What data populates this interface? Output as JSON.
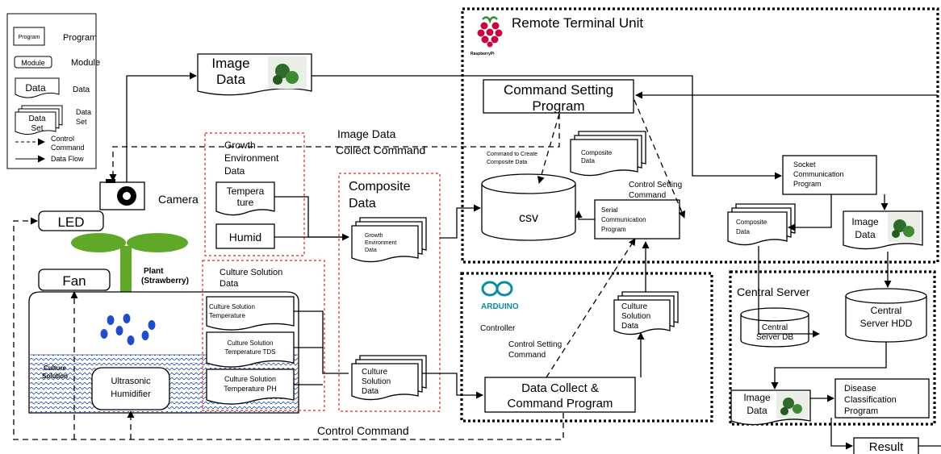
{
  "legend": {
    "program_box": "Program",
    "program": "Program",
    "module_box": "Module",
    "module": "Module",
    "data_box": "Data",
    "data": "Data",
    "dataset_box_1": "Data",
    "dataset_box_2": "Set",
    "dataset_1": "Data",
    "dataset_2": "Set",
    "control_1": "Control",
    "control_2": "Command",
    "data_flow": "Data Flow"
  },
  "hardware": {
    "led": "LED",
    "fan": "Fan",
    "camera": "Camera",
    "plant_1": "Plant",
    "plant_2": "(Strawberry)",
    "culture_1": "Culture",
    "culture_2": "Solution",
    "humidifier_1": "Ultrasonic",
    "humidifier_2": "Humidifier"
  },
  "image_data_top": {
    "line1": "Image",
    "line2": "Data"
  },
  "image_collect": {
    "line1": "Image Data",
    "line2": "Collect Command"
  },
  "growth": {
    "title_1": "Growth",
    "title_2": "Environment",
    "title_3": "Data",
    "temperature_1": "Tempera",
    "temperature_2": "ture",
    "humid": "Humid"
  },
  "culture_group": {
    "title_1": "Culture Solution",
    "title_2": "Data",
    "temp_1": "Culture Solution",
    "temp_2": "Temperature",
    "tds_1": "Culture Solution",
    "tds_2": "Temperature TDS",
    "ph_1": "Culture Solution",
    "ph_2": "Temperature PH"
  },
  "composite_group": {
    "title_1": "Composite",
    "title_2": "Data",
    "growth_1": "Growth",
    "growth_2": "Environment",
    "growth_3": "Data",
    "culture_1": "Culture",
    "culture_2": "Solution",
    "culture_3": "Data"
  },
  "rtu": {
    "title": "Remote Terminal Unit",
    "logo_text": "RaspberryPi",
    "cmd_setting_1": "Command Setting",
    "cmd_setting_2": "Program",
    "cmd_create_1": "Command to Create",
    "cmd_create_2": "Composite Data",
    "composite_1": "Composite",
    "composite_2": "Data",
    "csv": "csv",
    "control_setting_1": "Control  Setting",
    "control_setting_2": "Command",
    "serial_1": "Serial",
    "serial_2": "Communication",
    "serial_3": "Program",
    "socket_1": "Socket",
    "socket_2": "Communication",
    "socket_3": "Program",
    "composite_out_1": "Composite",
    "composite_out_2": "Data",
    "image_out_1": "Image",
    "image_out_2": "Data"
  },
  "arduino": {
    "logo_text": "ARDUINO",
    "controller": "Controller",
    "control_setting_1": "Control  Setting",
    "control_setting_2": "Command",
    "culture_1": "Culture",
    "culture_2": "Solution",
    "culture_3": "Data",
    "collect_1": "Data  Collect  &",
    "collect_2": "Command  Program"
  },
  "central": {
    "title": "Central  Server",
    "db_1": "Central",
    "db_2": "Server DB",
    "hdd_1": "Central",
    "hdd_2": "Server HDD",
    "image_1": "Image",
    "image_2": "Data",
    "disease_1": "Disease",
    "disease_2": "Classification",
    "disease_3": "Program"
  },
  "result": "Result",
  "control_command": "Control Command"
}
